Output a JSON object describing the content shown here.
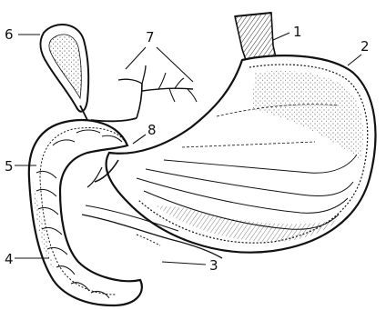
{
  "figure": {
    "ink_color": "#111111",
    "background_color": "#ffffff",
    "labels": [
      {
        "id": "esophagus",
        "text": "1"
      },
      {
        "id": "stomach-wall",
        "text": "2"
      },
      {
        "id": "cord",
        "text": "3"
      },
      {
        "id": "duodenum-lower",
        "text": "4"
      },
      {
        "id": "duodenum-upper",
        "text": "5"
      },
      {
        "id": "gallbladder",
        "text": "6"
      },
      {
        "id": "ducts",
        "text": "7"
      },
      {
        "id": "pylorus",
        "text": "8"
      }
    ]
  }
}
